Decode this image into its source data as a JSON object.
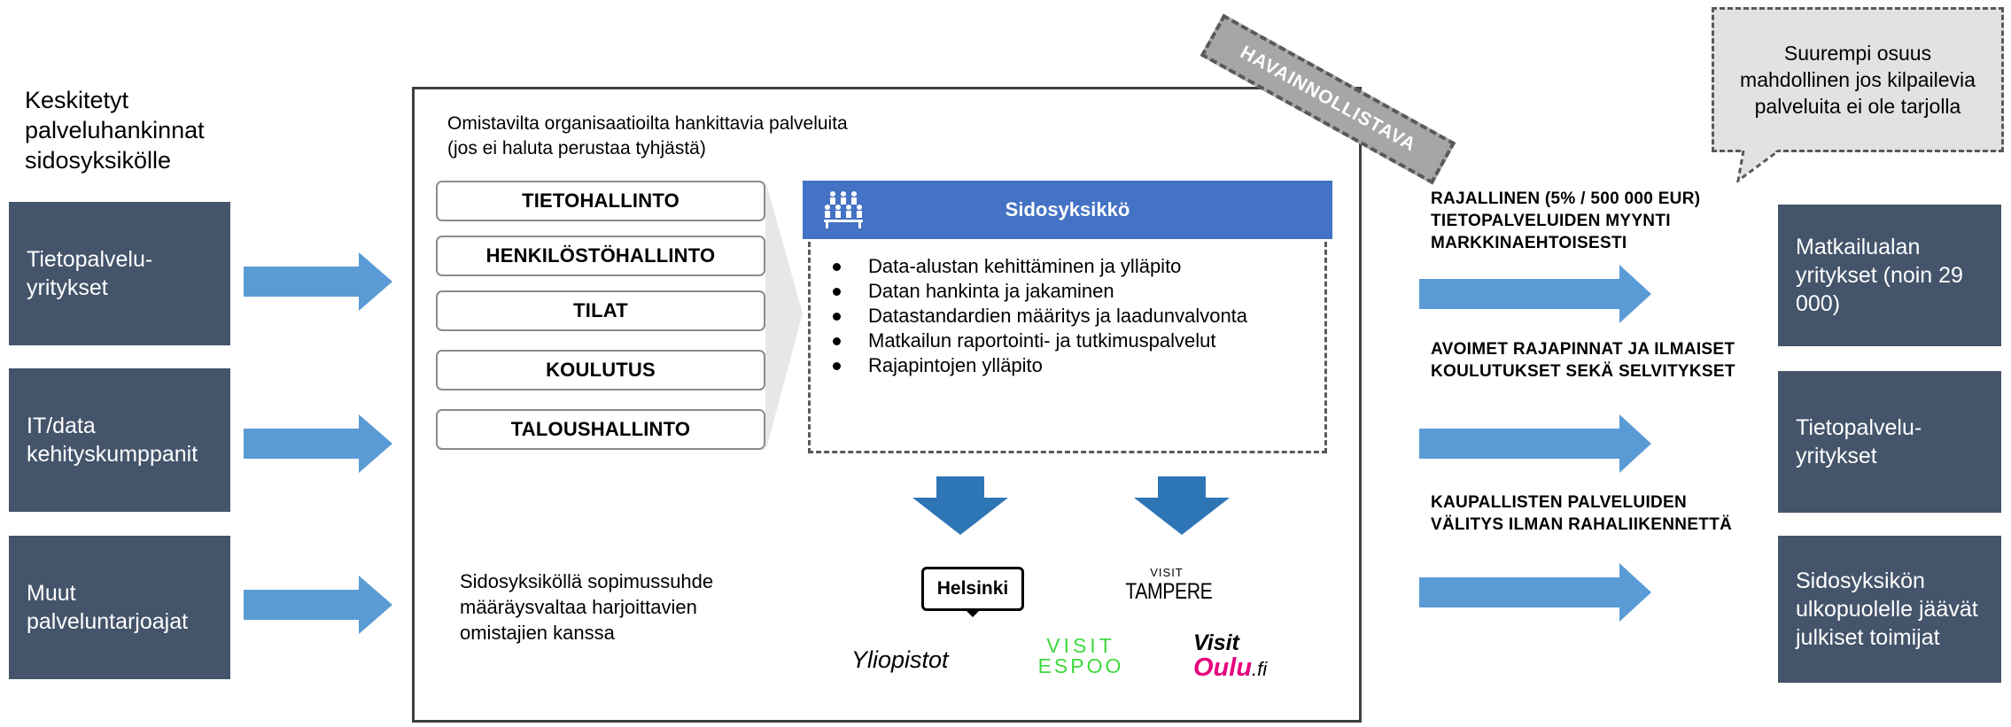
{
  "heading": "Keskitetyt palveluhankinnat sidosyksikölle",
  "providers": [
    "Tietopalvelu-yritykset",
    "IT/data kehityskumppanit",
    "Muut palveluntarjoajat"
  ],
  "stamp": "HAVAINNOLLISTAVA",
  "main": {
    "owner_services_title": "Omistavilta organisaatioilta hankittavia palveluita (jos ei haluta perustaa tyhjästä)",
    "owner_services": [
      "TIETOHALLINTO",
      "HENKILÖSTÖHALLINTO",
      "TILAT",
      "KOULUTUS",
      "TALOUSHALLINTO"
    ],
    "unit_title": "Sidosyksikkö",
    "unit_tasks": [
      "Data-alustan kehittäminen ja ylläpito",
      "Datan hankinta ja jakaminen",
      "Datastandardien määritys ja laadunvalvonta",
      "Matkailun raportointi- ja tutkimuspalvelut",
      "Rajapintojen ylläpito"
    ],
    "owners_note": "Sidosyksiköllä sopimussuhde määräysvaltaa harjoittavien omistajien kanssa",
    "logos": {
      "helsinki": "Helsinki",
      "tampere_top": "VISIT",
      "tampere_bottom": "TAMPERE",
      "yliopistot": "Yliopistot",
      "espoo_top": "VISIT",
      "espoo_bottom": "ESPOO",
      "oulu_top": "Visit",
      "oulu_main": "Oulu",
      "oulu_suffix": ".fi"
    }
  },
  "callout": "Suurempi osuus mahdollinen jos kilpailevia palveluita ei ole tarjolla",
  "outputs": [
    {
      "label": "RAJALLINEN (5% / 500 000 EUR) TIETOPALVELUIDEN MYYNTI MARKKINAEHTOISESTI",
      "target": "Matkailualan yritykset (noin 29 000)"
    },
    {
      "label": "AVOIMET RAJAPINNAT JA ILMAISET KOULUTUKSET SEKÄ SELVITYKSET",
      "target": "Tietopalvelu-yritykset"
    },
    {
      "label": "KAUPALLISTEN PALVELUIDEN VÄLITYS ILMAN RAHALIIKENNETTÄ",
      "target": "Sidosyksikön ulkopuolelle jäävät julkiset toimijat"
    }
  ],
  "colors": {
    "navy": "#44546a",
    "arrow": "#5b9bd5",
    "down_arrow": "#2e75b6",
    "unit_header": "#4472c4",
    "stamp": "#a6a6a6"
  }
}
